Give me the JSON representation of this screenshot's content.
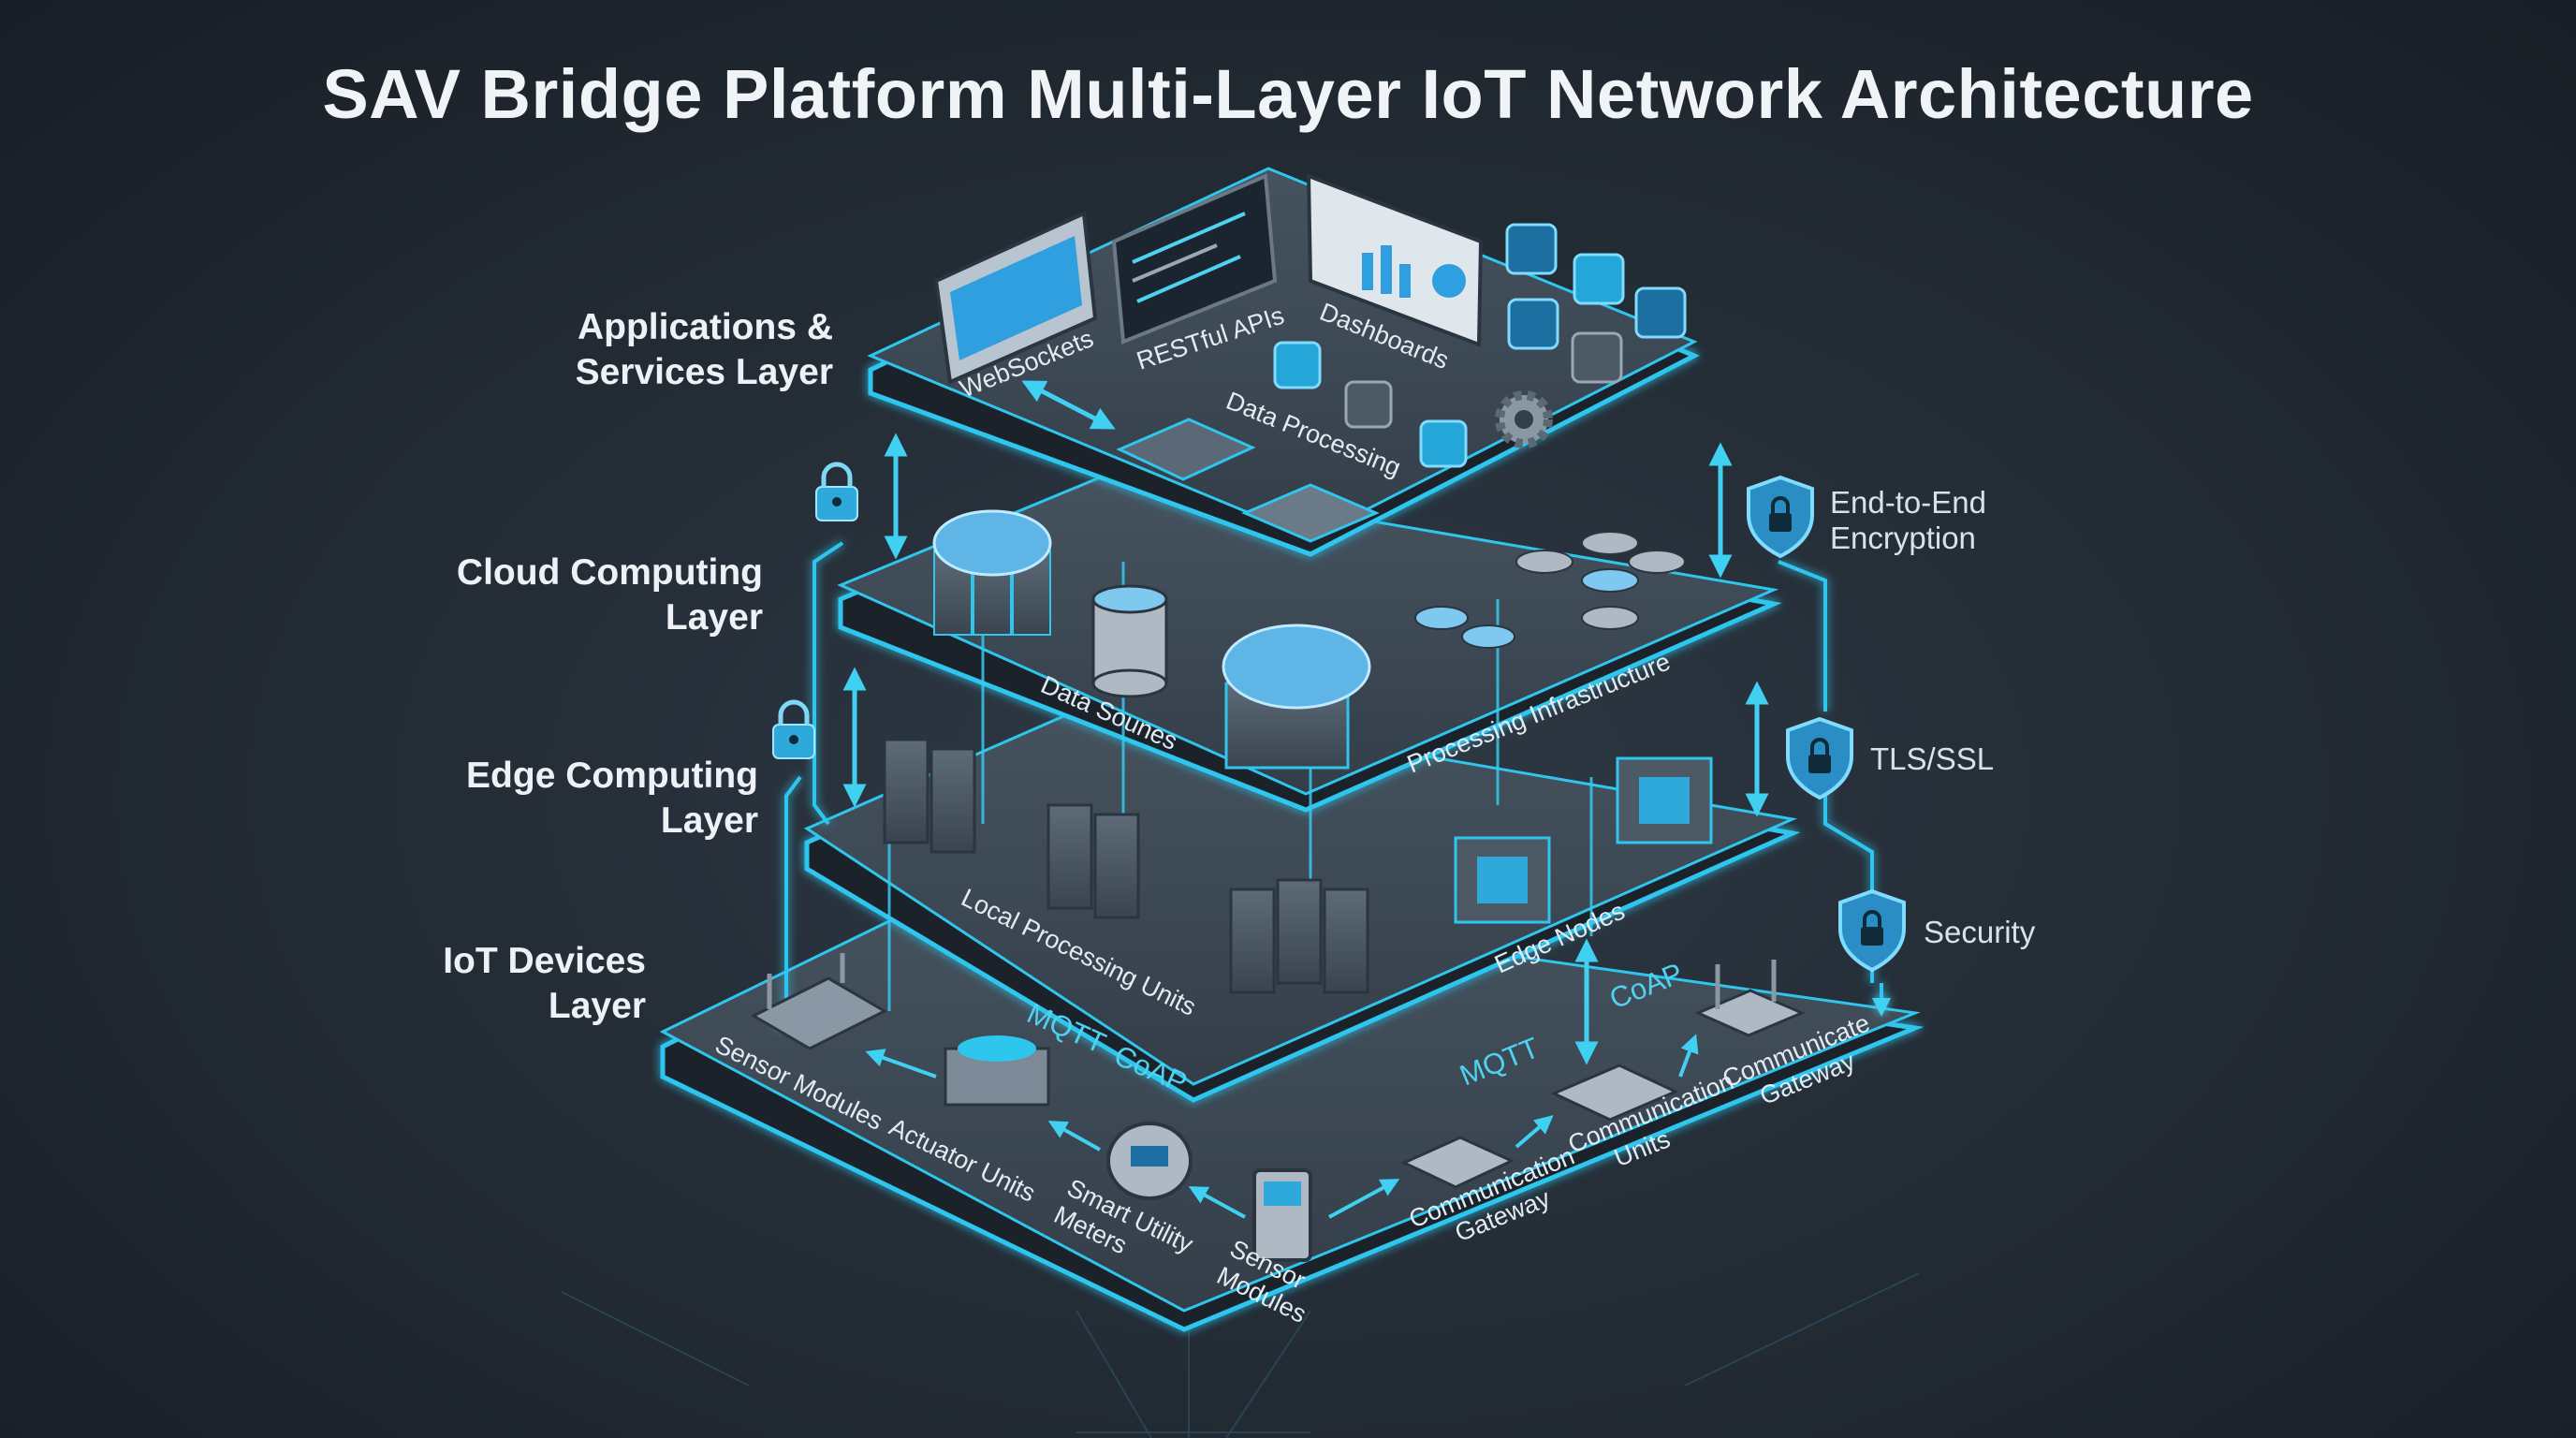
{
  "title": "SAV Bridge Platform Multi-Layer IoT Network Architecture",
  "layers": [
    {
      "name": "Applications & Services Layer",
      "lines": [
        "Applications &",
        "Services Layer"
      ]
    },
    {
      "name": "Cloud Computing Layer",
      "lines": [
        "Cloud Computing",
        "Layer"
      ]
    },
    {
      "name": "Edge Computing Layer",
      "lines": [
        "Edge Computing",
        "Layer"
      ]
    },
    {
      "name": "IoT Devices Layer",
      "lines": [
        "IoT Devices",
        "Layer"
      ]
    }
  ],
  "security": [
    {
      "lines": [
        "End-to-End",
        "Encryption"
      ]
    },
    {
      "lines": [
        "TLS/SSL"
      ]
    },
    {
      "lines": [
        "Security"
      ]
    }
  ],
  "app_layer": {
    "labels": [
      "WebSockets",
      "RESTful APIs",
      "Dashboards",
      "Data Processing"
    ]
  },
  "cloud_layer": {
    "labels": [
      "Data Sounes",
      "Processing Infrastructure"
    ]
  },
  "edge_layer": {
    "labels": [
      "Local Processing Units",
      "Edge Nodes"
    ]
  },
  "device_layer": {
    "labels": [
      "Sensor Modules",
      "Actuator Units",
      "Smart Utility Meters",
      "Sensor Modules",
      "Communication Gateway",
      "Communication Units",
      "Communicate Gateway"
    ],
    "label_lines": [
      [
        "Sensor Modules"
      ],
      [
        "Actuator Units"
      ],
      [
        "Smart Utility",
        "Meters"
      ],
      [
        "Sensor",
        "Modules"
      ],
      [
        "Communication",
        "Gateway"
      ],
      [
        "Communication",
        "Units"
      ],
      [
        "Communicate",
        "Gateway"
      ]
    ]
  },
  "protocols": [
    "MQTT",
    "CoAP",
    "MQTT",
    "CoAP"
  ],
  "colors": {
    "accent": "#2fc6ee",
    "panel_top": "#3c4855",
    "panel_edge": "#1c232b",
    "background": "#222a33",
    "text": "#eef2f6"
  }
}
